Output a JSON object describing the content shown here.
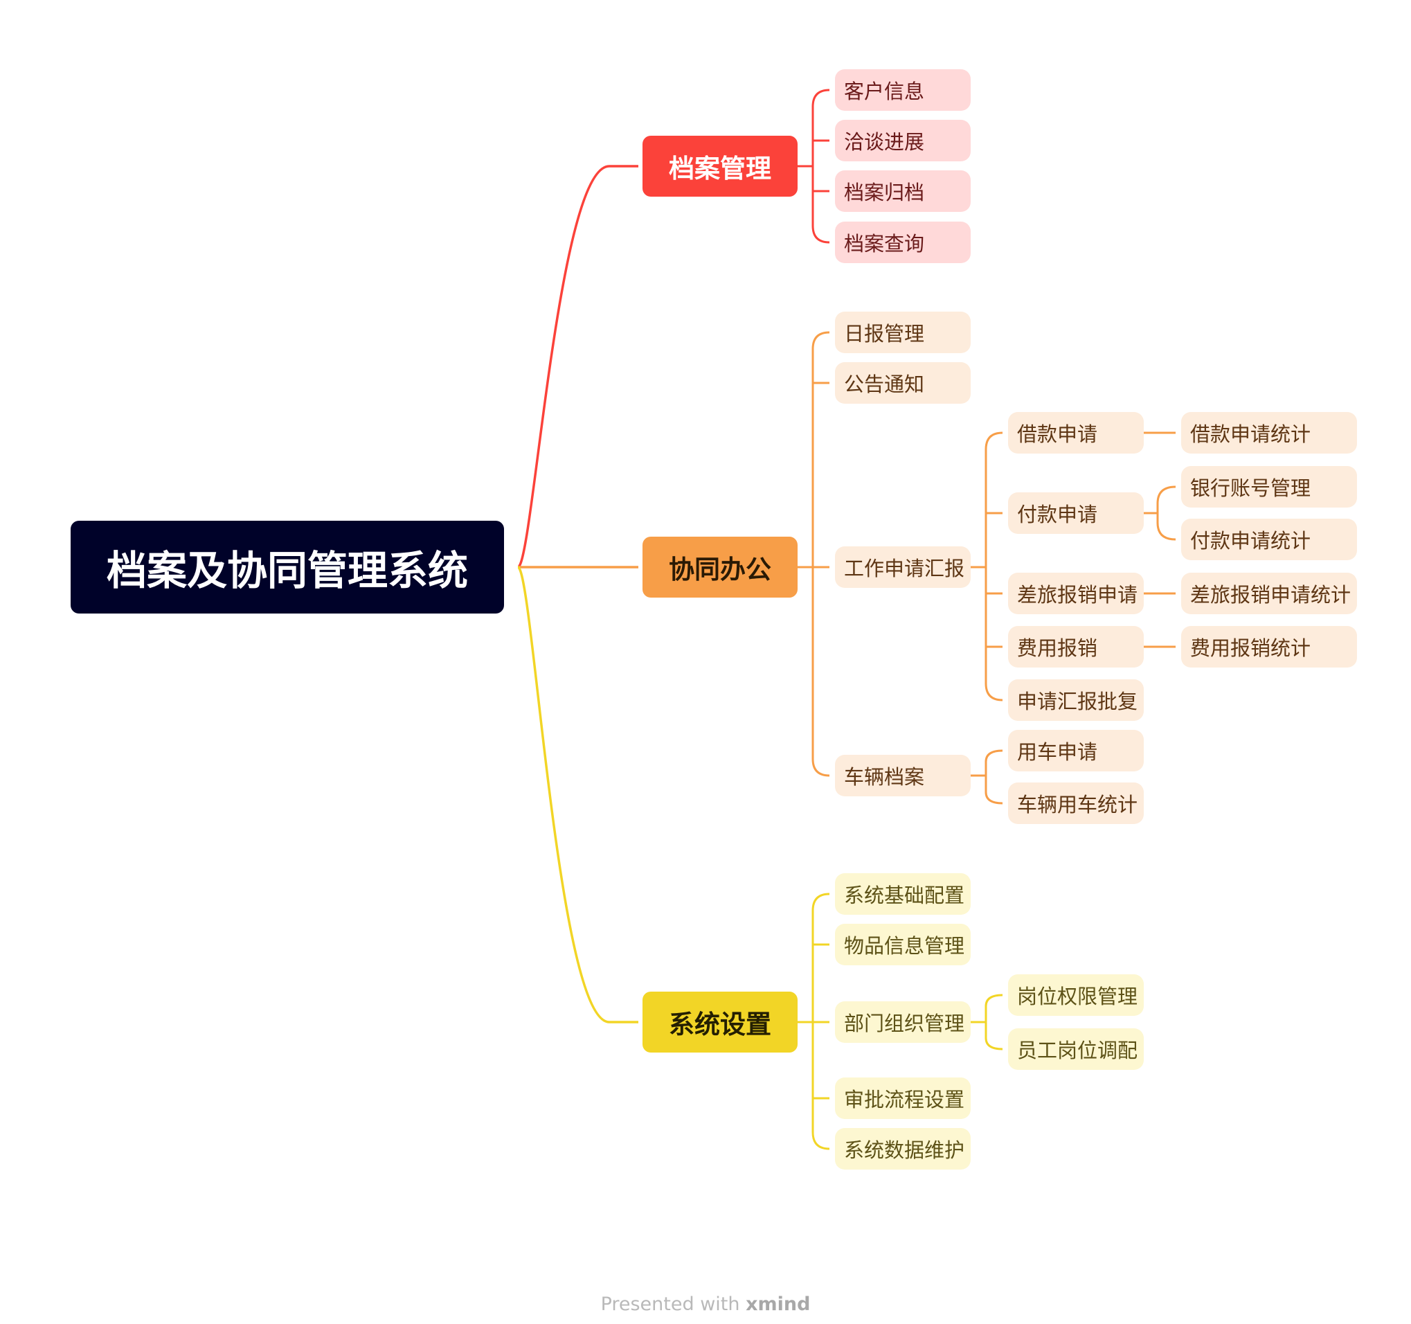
{
  "root": "档案及协同管理系统",
  "colors": {
    "root": "#000229",
    "red": "#fb423a",
    "orange": "#f79e48",
    "yellow": "#f2d526"
  },
  "branches": [
    {
      "label": "档案管理",
      "color": "red",
      "children": [
        "客户信息",
        "洽谈进展",
        "档案归档",
        "档案查询"
      ]
    },
    {
      "label": "协同办公",
      "color": "orange",
      "children": [
        {
          "label": "日报管理"
        },
        {
          "label": "公告通知"
        },
        {
          "label": "工作申请汇报",
          "children": [
            {
              "label": "借款申请",
              "children": [
                "借款申请统计"
              ]
            },
            {
              "label": "付款申请",
              "children": [
                "银行账号管理",
                "付款申请统计"
              ]
            },
            {
              "label": "差旅报销申请",
              "children": [
                "差旅报销申请统计"
              ]
            },
            {
              "label": "费用报销",
              "children": [
                "费用报销统计"
              ]
            },
            {
              "label": "申请汇报批复"
            }
          ]
        },
        {
          "label": "车辆档案",
          "children": [
            "用车申请",
            "车辆用车统计"
          ]
        }
      ]
    },
    {
      "label": "系统设置",
      "color": "yellow",
      "children": [
        {
          "label": "系统基础配置"
        },
        {
          "label": "物品信息管理"
        },
        {
          "label": "部门组织管理",
          "children": [
            "岗位权限管理",
            "员工岗位调配"
          ]
        },
        {
          "label": "审批流程设置"
        },
        {
          "label": "系统数据维护"
        }
      ]
    }
  ],
  "footer": {
    "prefix": "Presented with ",
    "brand": "xmind"
  }
}
